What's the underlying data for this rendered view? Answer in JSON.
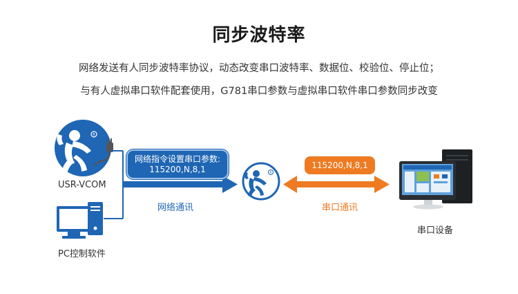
{
  "title": "同步波特率",
  "description": {
    "line1": "网络发送有人同步波特率协议，动态改变串口波特率、数据位、校验位、停止位；",
    "line2": "与有人虚拟串口软件配套使用，G781串口参数与虚拟串口软件串口参数同步改变"
  },
  "nodes": {
    "usr_vcom": "USR-VCOM",
    "pc_software": "PC控制软件",
    "serial_device": "串口设备"
  },
  "links": {
    "network": {
      "badge_line1": "网络指令设置串口参数:",
      "badge_line2": "115200,N,8,1",
      "label": "网络通讯"
    },
    "serial": {
      "badge": "115200,N,8,1",
      "label": "串口通讯"
    }
  },
  "colors": {
    "blue": "#1f66b4",
    "light_blue": "#5fa0da",
    "orange": "#ee7b22"
  },
  "icons": {
    "usr_logo": "usr-person-logo-icon",
    "pc": "pc-computer-icon",
    "device": "desktop-computer-icon",
    "registered": "registered-mark"
  }
}
